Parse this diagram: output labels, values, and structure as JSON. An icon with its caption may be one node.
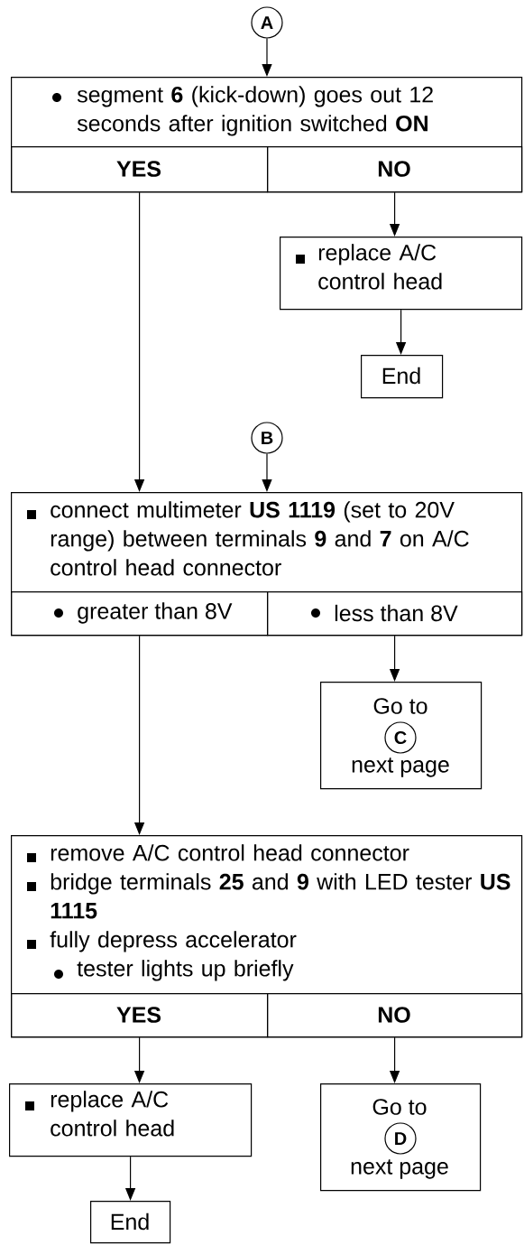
{
  "diagram": {
    "nodes": [
      {
        "text": [
          "A"
        ]
      },
      {
        "text": [
          "segment **6** (kick-down) goes out 12 seconds after ignition switched **ON**"
        ]
      },
      {
        "text": [
          "YES"
        ],
        "in": 1
      },
      {
        "text": [
          "NO"
        ],
        "in": 1
      },
      {
        "text": [
          "replace A/C control head"
        ]
      },
      {
        "text": [
          "End"
        ]
      },
      {
        "text": [
          "B"
        ]
      },
      {
        "text": [
          "connect multimeter **US 1119** (set to 20V range) between terminals **9** and **7** on A/C control head connector"
        ]
      },
      {
        "text": [
          "greater than 8V"
        ],
        "in": 7
      },
      {
        "text": [
          "less than 8V"
        ],
        "in": 7
      },
      {
        "text": [
          "Go to",
          "next page"
        ]
      },
      {
        "text": [
          "C"
        ],
        "in": 10
      },
      {
        "text": [
          "remove A/C control head connector",
          "bridge terminals **25** and **9** with LED tester **US 1115**",
          "fully depress accelerator",
          "tester lights up briefly"
        ]
      },
      {
        "text": [
          "YES"
        ],
        "in": 12
      },
      {
        "text": [
          "NO"
        ],
        "in": 12
      },
      {
        "text": [
          "replace A/C control head"
        ]
      },
      {
        "text": [
          "Go to",
          "next page"
        ]
      },
      {
        "text": [
          "D"
        ],
        "in": 16
      },
      {
        "text": [
          "End"
        ]
      }
    ],
    "edges": [
      {
        "from": 0,
        "to": 1,
        "arrow": "to"
      },
      {
        "from": 3,
        "to": 4,
        "arrow": "to"
      },
      {
        "from": 4,
        "to": 5,
        "arrow": "to"
      },
      {
        "from": 2,
        "to": 7,
        "arrow": "to"
      },
      {
        "from": 6,
        "to": 7,
        "arrow": "to"
      },
      {
        "from": 9,
        "to": 10,
        "arrow": "to"
      },
      {
        "from": 8,
        "to": 12,
        "arrow": "to"
      },
      {
        "from": 13,
        "to": 15,
        "arrow": "to"
      },
      {
        "from": 14,
        "to": 16,
        "arrow": "to"
      },
      {
        "from": 15,
        "to": 18,
        "arrow": "to"
      }
    ]
  }
}
